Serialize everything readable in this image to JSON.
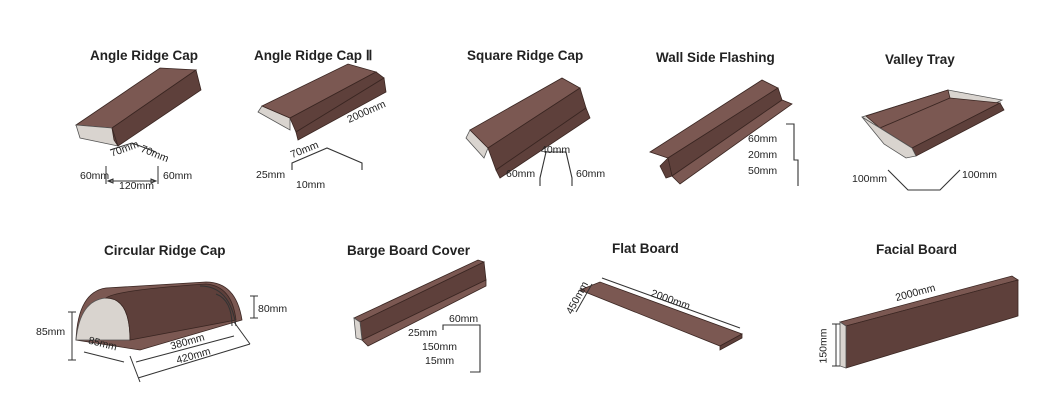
{
  "diagram": {
    "items": [
      {
        "id": "angle-ridge-cap",
        "title": "Angle Ridge Cap",
        "dims": {
          "a": "70mm",
          "b": "70mm",
          "c": "60mm",
          "d": "120mm",
          "e": "60mm"
        }
      },
      {
        "id": "angle-ridge-cap-2",
        "title": "Angle Ridge Cap Ⅱ",
        "dims": {
          "a": "2000mm",
          "b": "70mm",
          "c": "25mm",
          "d": "10mm"
        }
      },
      {
        "id": "square-ridge-cap",
        "title": "Square Ridge Cap",
        "dims": {
          "a": "40mm",
          "b": "60mm",
          "c": "60mm"
        }
      },
      {
        "id": "wall-side-flashing",
        "title": "Wall Side Flashing",
        "dims": {
          "a": "60mm",
          "b": "20mm",
          "c": "50mm"
        }
      },
      {
        "id": "valley-tray",
        "title": "Valley Tray",
        "dims": {
          "a": "100mm",
          "b": "100mm"
        }
      },
      {
        "id": "circular-ridge-cap",
        "title": "Circular Ridge Cap",
        "dims": {
          "a": "80mm",
          "b": "85mm",
          "c": "85mm",
          "d": "380mm",
          "e": "420mm"
        }
      },
      {
        "id": "barge-board-cover",
        "title": "Barge Board Cover",
        "dims": {
          "a": "60mm",
          "b": "25mm",
          "c": "150mm",
          "d": "15mm"
        }
      },
      {
        "id": "flat-board",
        "title": "Flat Board",
        "dims": {
          "a": "2000mm",
          "b": "450mm"
        }
      },
      {
        "id": "facial-board",
        "title": "Facial Board",
        "dims": {
          "a": "2000mm",
          "b": "150mm"
        }
      }
    ]
  },
  "colors": {
    "metal": "#7b5852",
    "metal_dark": "#5e403b",
    "edge": "#3a2622",
    "line": "#333333"
  }
}
